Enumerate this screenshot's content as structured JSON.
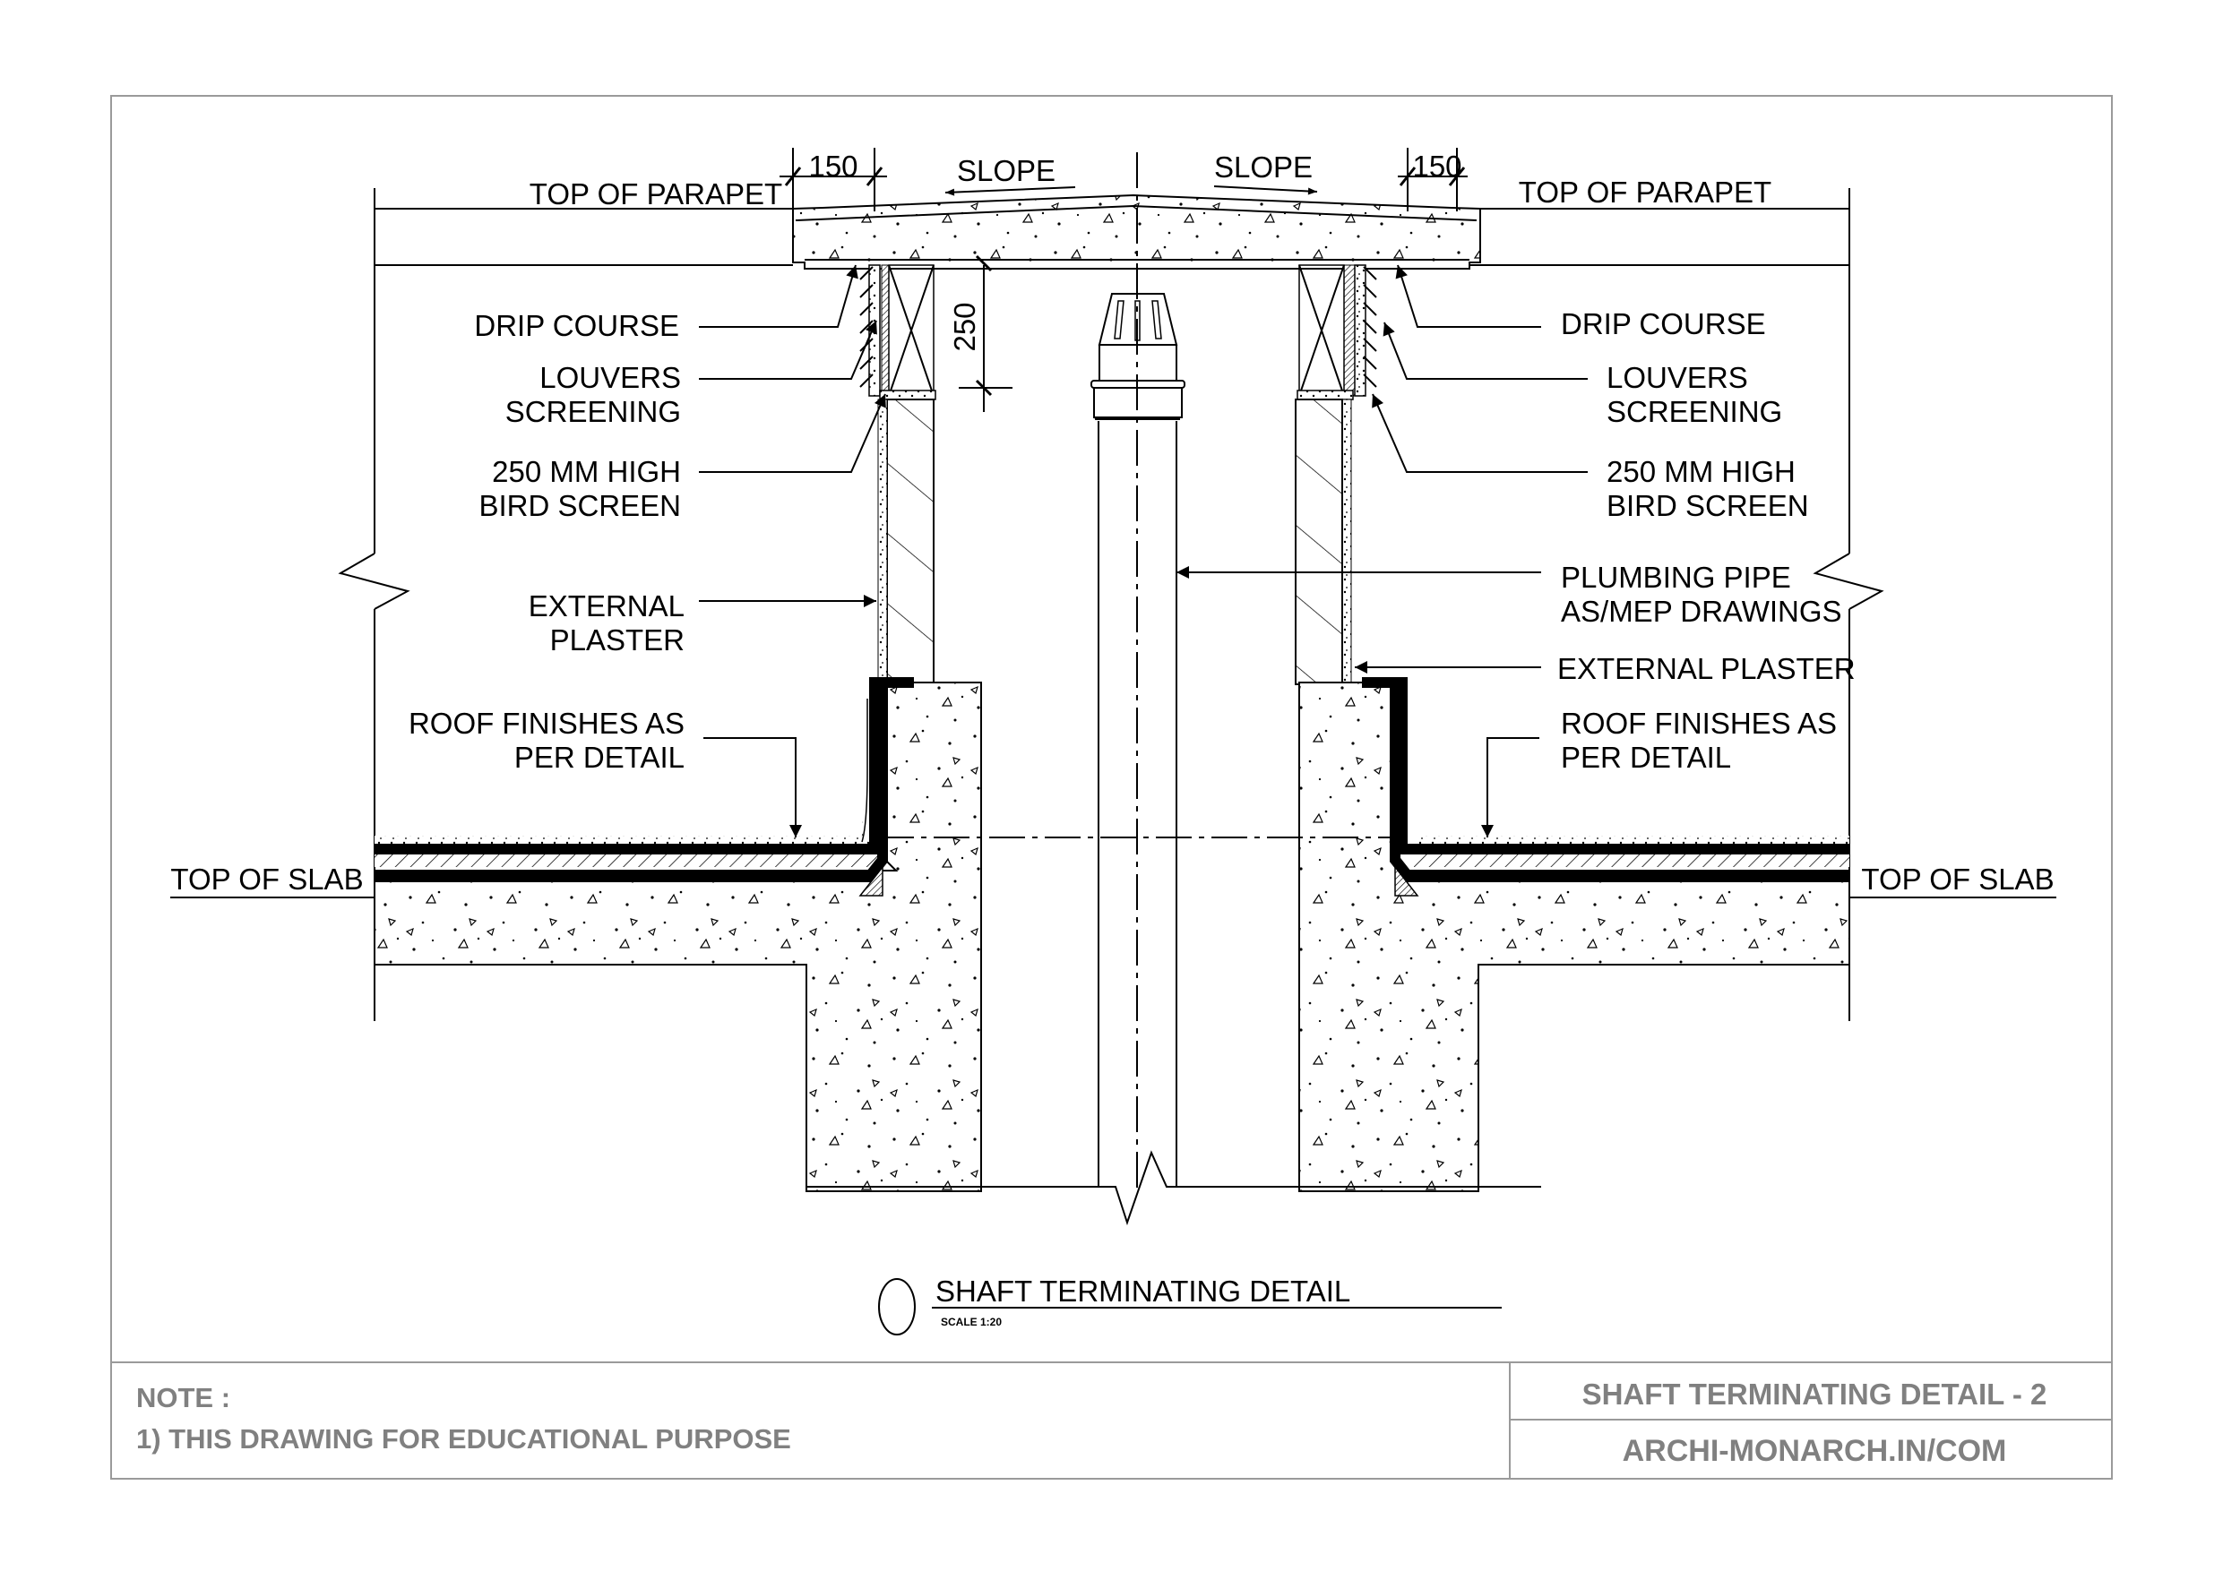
{
  "drawing": {
    "title": "SHAFT TERMINATING DETAIL",
    "scale": "SCALE 1:20",
    "dimensions": {
      "left_parapet_width": "150",
      "right_parapet_width": "150",
      "louver_height": "250"
    },
    "slope_labels": {
      "left": "SLOPE",
      "right": "SLOPE"
    },
    "levels": {
      "top_of_parapet_left": "TOP OF PARAPET",
      "top_of_parapet_right": "TOP OF PARAPET",
      "top_of_slab_left": "TOP OF SLAB",
      "top_of_slab_right": "TOP OF SLAB"
    },
    "left_callouts": {
      "drip_course": "DRIP COURSE",
      "louvers_line1": "LOUVERS",
      "louvers_line2": "SCREENING",
      "bird_line1": "250 MM HIGH",
      "bird_line2": "BIRD SCREEN",
      "plaster_line1": "EXTERNAL",
      "plaster_line2": "PLASTER",
      "roof_line1": "ROOF FINISHES AS",
      "roof_line2": "PER DETAIL"
    },
    "right_callouts": {
      "drip_course": "DRIP COURSE",
      "louvers_line1": "LOUVERS",
      "louvers_line2": "SCREENING",
      "bird_line1": "250 MM HIGH",
      "bird_line2": "BIRD SCREEN",
      "pipe_line1": "PLUMBING PIPE",
      "pipe_line2": "AS/MEP DRAWINGS",
      "plaster": "EXTERNAL PLASTER",
      "roof_line1": "ROOF FINISHES AS",
      "roof_line2": "PER DETAIL"
    }
  },
  "title_block": {
    "note_heading": "NOTE :",
    "note_1": "1) THIS DRAWING FOR EDUCATIONAL PURPOSE",
    "sheet_title": "SHAFT TERMINATING DETAIL - 2",
    "website": "ARCHI-MONARCH.IN/COM"
  },
  "colors": {
    "ink": "#000000",
    "title_block_text": "#808080",
    "frame": "#9a9a9a"
  }
}
